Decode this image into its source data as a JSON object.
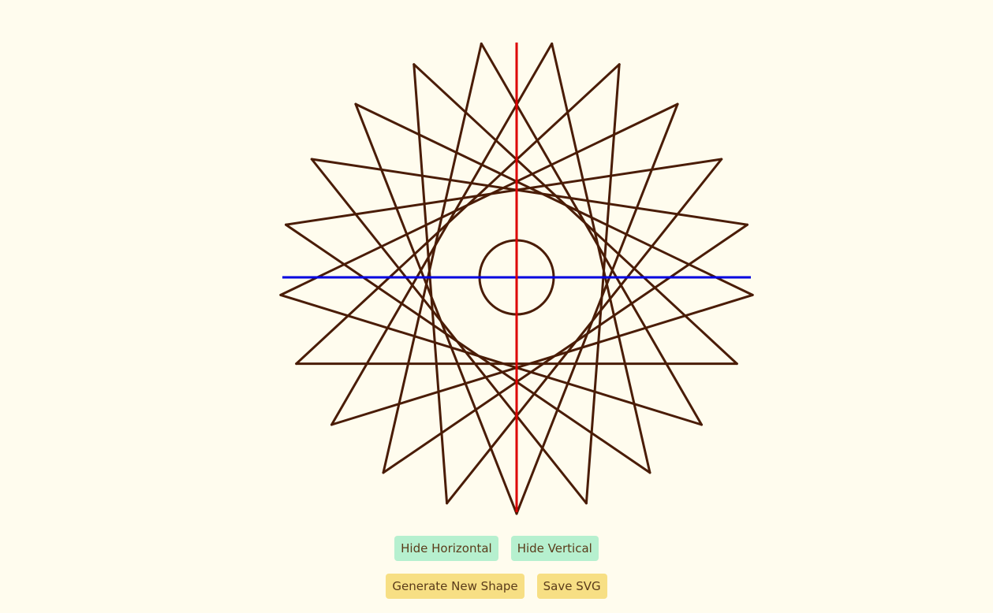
{
  "colors": {
    "background": "#fffcee",
    "star_stroke": "#4a1c06",
    "horizontal_axis": "#0000e0",
    "vertical_axis": "#dd0000",
    "toggle_button_bg": "#b6f0cf",
    "action_button_bg": "#f7df84",
    "button_text": "#5a3b1a"
  },
  "shape": {
    "type": "star-polygon",
    "points": 21,
    "step": 8,
    "has_center_circle": true,
    "show_horizontal_axis": true,
    "show_vertical_axis": true
  },
  "controls": {
    "hide_horizontal_label": "Hide Horizontal",
    "hide_vertical_label": "Hide Vertical",
    "generate_label": "Generate New Shape",
    "save_label": "Save SVG"
  }
}
